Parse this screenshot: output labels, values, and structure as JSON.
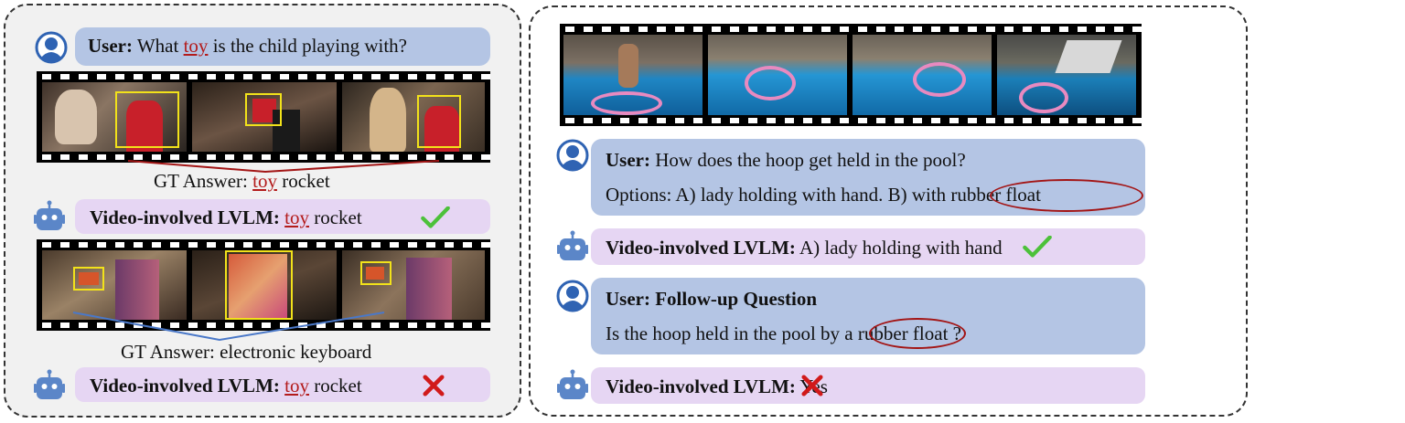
{
  "left": {
    "example1": {
      "user_label": "User:",
      "question_pre": "What ",
      "question_hl": "toy",
      "question_post": " is the child playing with?",
      "gt_pre": "GT Answer: ",
      "gt_hl": "toy",
      "gt_post": " rocket",
      "model_label": "Video-involved LVLM:",
      "model_hl": "toy",
      "model_post": " rocket"
    },
    "example2": {
      "gt": "GT Answer: electronic keyboard",
      "model_label": "Video-involved LVLM:",
      "model_hl": "toy",
      "model_post": " rocket"
    }
  },
  "right": {
    "q1": {
      "user_label": "User:",
      "question": " How does the hoop get held in the pool?",
      "options_pre": "Options: A) lady holding with hand.  B) ",
      "options_circled": "with rubber float"
    },
    "a1": {
      "model_label": "Video-involved LVLM:",
      "answer": " A) lady holding with hand"
    },
    "q2": {
      "user_label": "User: Follow-up Question",
      "question_pre": "Is the hoop held in the pool by a ",
      "question_circled": "rubber float",
      "question_post": " ?"
    },
    "a2": {
      "model_label": "Video-involved LVLM:",
      "answer": " Yes"
    }
  },
  "icons": {
    "user": "user-avatar-icon",
    "robot": "robot-icon",
    "correct": "checkmark-icon",
    "wrong": "cross-icon"
  },
  "colors": {
    "user_bubble": "#b4c5e4",
    "model_bubble": "#e6d6f3",
    "highlight": "#b31b1b",
    "correct": "#4cc13a",
    "wrong": "#d11a1a",
    "user_icon": "#2f63b3",
    "robot_icon": "#5b86c8"
  }
}
